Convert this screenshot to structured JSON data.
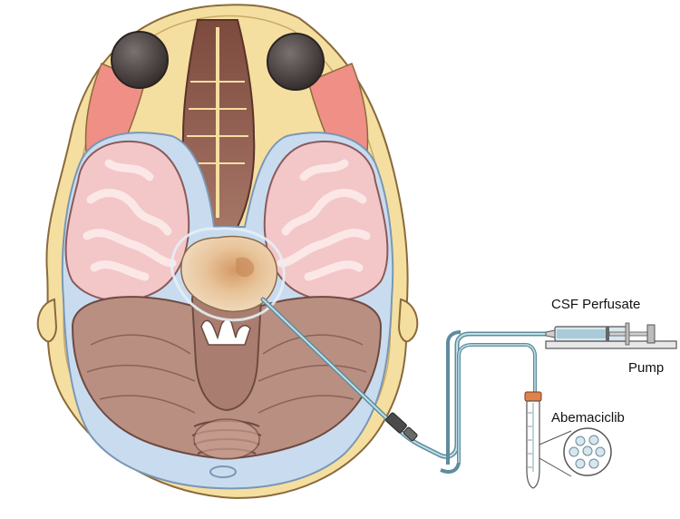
{
  "labels": {
    "csf_perfusate": "CSF Perfusate",
    "pump": "Pump",
    "abemaciclib": "Abemaciclib"
  },
  "colors": {
    "skull": "#f5dfa0",
    "skull_outline": "#8a6a3c",
    "csf": "#c9dcef",
    "brain": "#f3c6c8",
    "brain_gyri": "#fbe7e6",
    "cerebellum": "#b98f82",
    "brainstem": "#a97e70",
    "nasal": "#8e5a4c",
    "tumor": "#e8c49a",
    "eye": "#4a4140",
    "muscle": "#f08f86",
    "catheter": "#8fb5c2",
    "syringe": "#d7e7ee"
  }
}
